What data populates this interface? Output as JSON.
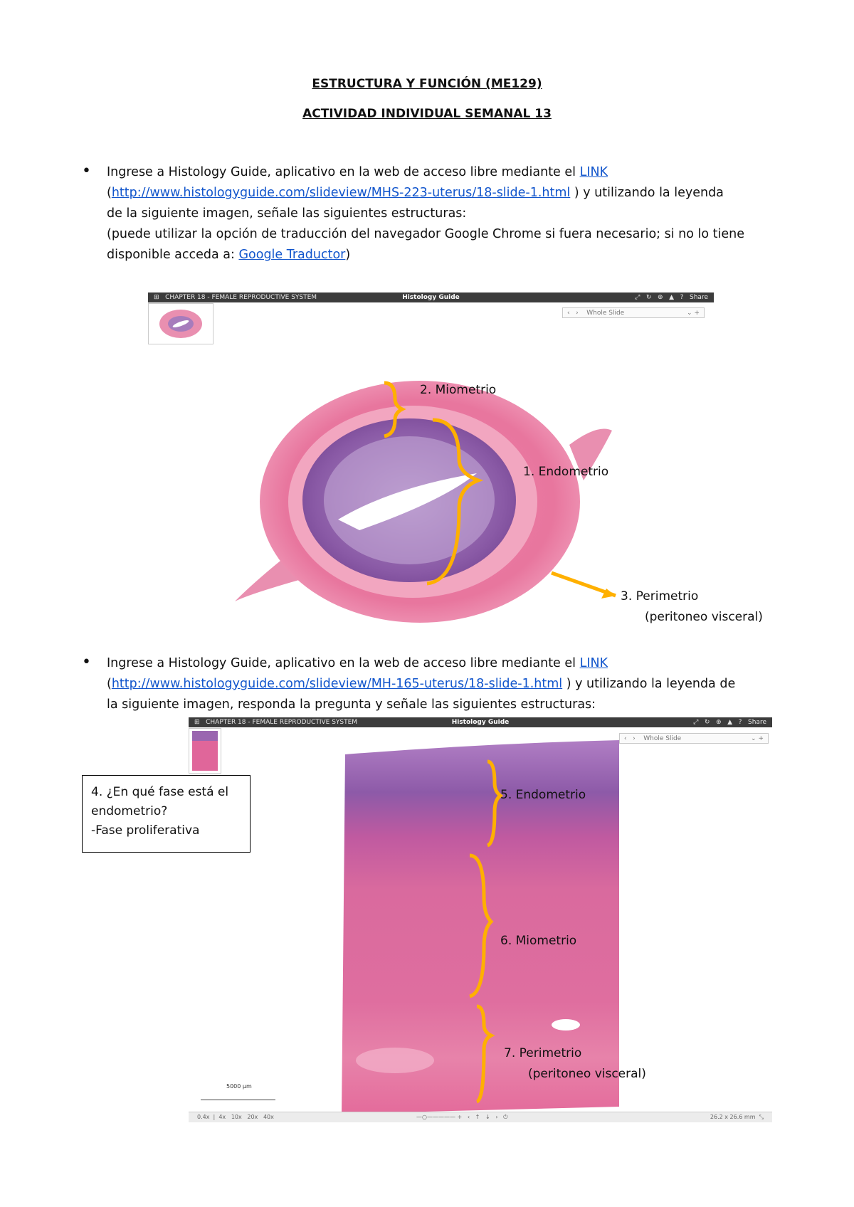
{
  "header": {
    "title": "ESTRUCTURA Y FUNCIÓN (ME129)",
    "subtitle": "ACTIVIDAD INDIVIDUAL SEMANAL 13"
  },
  "section1": {
    "line1_prefix": "Ingrese a Histology Guide, aplicativo en la web de acceso libre mediante el ",
    "link_label": "LINK",
    "url": "http://www.histologyguide.com/slideview/MHS-223-uterus/18-slide-1.html",
    "line2_suffix": " ) y utilizando la leyenda",
    "line3": "de la siguiente imagen, señale las siguientes estructuras:",
    "line4": "(puede utilizar la opción de traducción del navegador Google Chrome si fuera necesario; si no lo tiene",
    "line5_prefix": "disponible acceda a: ",
    "translator_link": "Google Traductor",
    "viewer": {
      "chapter": "CHAPTER 18 - FEMALE REPRODUCTIVE SYSTEM",
      "app_title": "Histology Guide",
      "share": "Share",
      "dropdown": "Whole Slide"
    },
    "labels": {
      "l2": "2.   Miometrio",
      "l1": "1.   Endometrio",
      "l3a": "3.   Perimetrio",
      "l3b": "(peritoneo visceral)"
    }
  },
  "section2": {
    "line1_prefix": "Ingrese a Histology Guide, aplicativo en la web de acceso libre mediante el ",
    "link_label": "LINK",
    "url": "http://www.histologyguide.com/slideview/MH-165-uterus/18-slide-1.html",
    "line2_suffix": " ) y utilizando la leyenda de",
    "line3": "la siguiente imagen, responda la pregunta y señale las siguientes estructuras:",
    "viewer": {
      "chapter": "CHAPTER 18 - FEMALE REPRODUCTIVE SYSTEM",
      "app_title": "Histology Guide",
      "share": "Share",
      "dropdown": "Whole Slide",
      "scale": "5000 µm",
      "zoom": [
        "0.4x",
        "4x",
        "10x",
        "20x",
        "40x"
      ],
      "dims": "26.2 x 26.6 mm"
    },
    "question": {
      "line1": "4. ¿En qué fase está el",
      "line2": "endometrio?",
      "line3": " -Fase proliferativa"
    },
    "labels": {
      "l5": "5.   Endometrio",
      "l6": "6.   Miometrio",
      "l7a": "7.   Perimetrio",
      "l7b": "(peritoneo visceral)"
    }
  },
  "colors": {
    "bracket": "#ffb000",
    "tissue_pink": "#e9759d",
    "tissue_purple": "#8a5aa6"
  }
}
